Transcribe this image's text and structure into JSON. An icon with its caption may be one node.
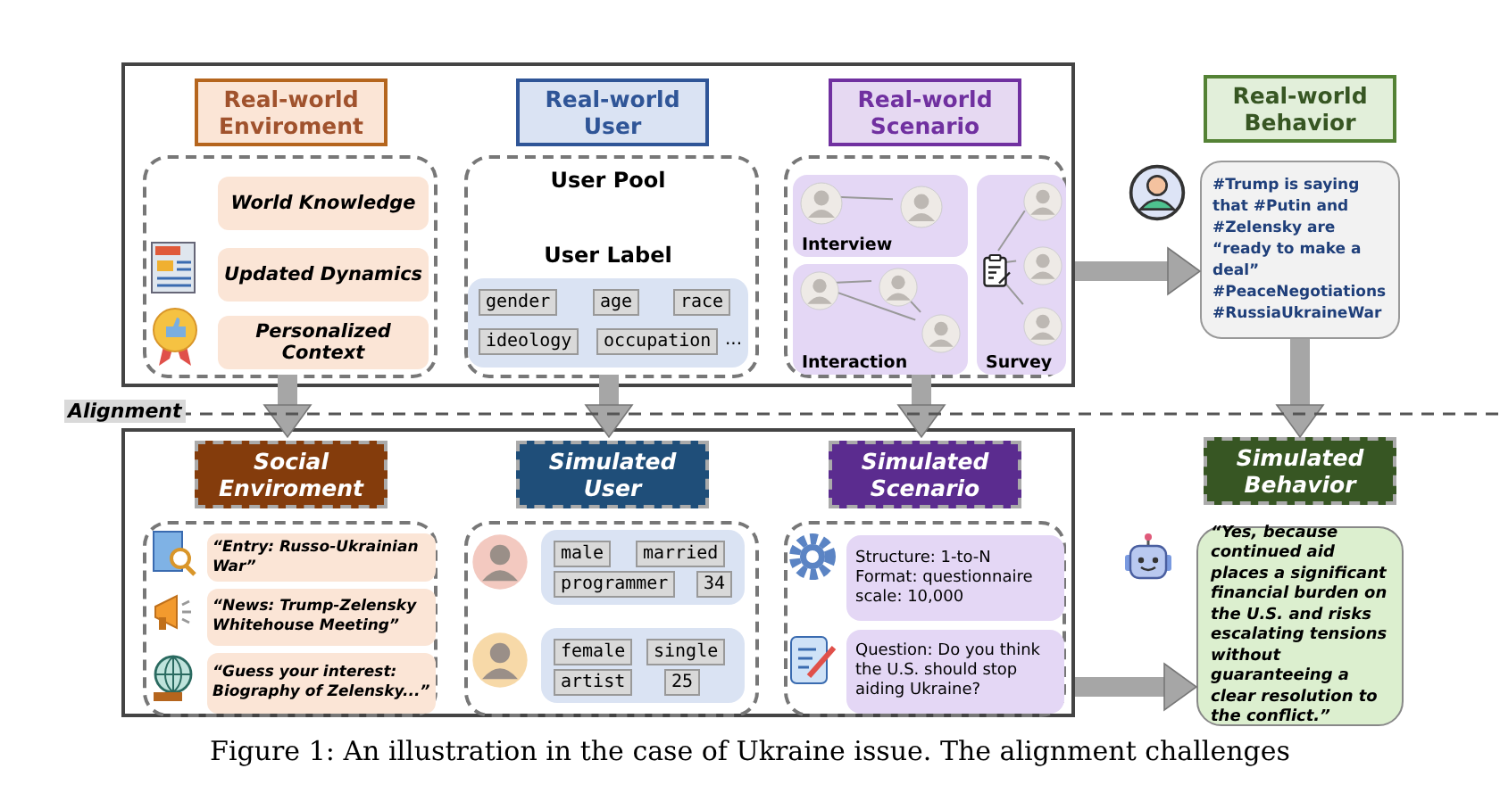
{
  "diagram": {
    "caption": "Figure 1: An illustration in the case of Ukraine issue. The alignment challenges",
    "nodes": [
      {
        "text": [],
        "shape": "box"
      },
      {
        "text": [
          "Real-world Enviroment"
        ],
        "in": 0
      },
      {
        "text": [],
        "shape": "box",
        "in": 0
      },
      {
        "text": [
          "World Knowledge"
        ],
        "in": 2
      },
      {
        "text": [
          "Updated Dynamics"
        ],
        "in": 2
      },
      {
        "text": [
          "Personalized Context"
        ],
        "in": 2
      },
      {
        "text": [
          "Real-world User"
        ],
        "in": 0
      },
      {
        "text": [],
        "shape": "box",
        "in": 0
      },
      {
        "text": [
          "Real-world Scenario"
        ],
        "in": 0
      },
      {
        "text": [],
        "shape": "box",
        "in": 0
      },
      {
        "text": [
          "Interview"
        ],
        "in": 9
      },
      {
        "text": [],
        "shape": "person",
        "in": 10
      },
      {
        "text": [],
        "shape": "person",
        "in": 10
      },
      {
        "text": [
          "Interaction"
        ],
        "in": 9
      },
      {
        "text": [],
        "shape": "person",
        "in": 13
      },
      {
        "text": [],
        "shape": "person",
        "in": 13
      },
      {
        "text": [],
        "shape": "person",
        "in": 13
      },
      {
        "text": [
          "Survey"
        ],
        "in": 9
      },
      {
        "text": [],
        "shape": "picture",
        "in": 17
      },
      {
        "text": [],
        "shape": "person",
        "in": 17
      },
      {
        "text": [],
        "shape": "person",
        "in": 17
      },
      {
        "text": [],
        "shape": "person",
        "in": 17
      },
      {
        "text": [
          "Real-world Behavior"
        ]
      },
      {
        "text": [],
        "shape": "person"
      },
      {
        "text": [
          "#Trump is saying that #Putin and #Zelensky are “ready to make a deal” #PeaceNegotiations #RussiaUkraineWar"
        ]
      },
      {
        "text": [],
        "shape": "box"
      },
      {
        "text": [
          "Social Enviroment"
        ],
        "in": 25
      },
      {
        "text": [],
        "shape": "box",
        "in": 25
      },
      {
        "text": [
          "“Entry: Russo-Ukrainian War”"
        ],
        "in": 27
      },
      {
        "text": [
          "“News: Trump-Zelensky Whitehouse Meeting”"
        ],
        "in": 27
      },
      {
        "text": [
          "“Guess your interest: Biography of Zelensky...”"
        ],
        "in": 27
      },
      {
        "text": [
          "Simulated User"
        ],
        "in": 25
      },
      {
        "text": [],
        "shape": "box",
        "in": 25
      },
      {
        "text": [
          "Simulated Scenario"
        ],
        "in": 25
      },
      {
        "text": [],
        "shape": "box",
        "in": 25
      },
      {
        "text": [
          "Structure: 1-to-N",
          "Format: questionnaire",
          "scale: 10,000"
        ],
        "in": 34
      },
      {
        "text": [
          "Question: Do you think the U.S. should stop aiding Ukraine?"
        ],
        "in": 34
      },
      {
        "text": [
          "Simulated Behavior"
        ]
      },
      {
        "text": [],
        "shape": "picture"
      },
      {
        "text": [
          "“Yes, because continued aid places a significant financial burden on the U.S. and risks escalating tensions without guaranteeing a clear resolution to the conflict.”"
        ]
      }
    ],
    "edges": [
      {
        "from": 2,
        "to": 26,
        "arrow": "to",
        "style": "thick"
      },
      {
        "from": 7,
        "to": 31,
        "arrow": "to",
        "style": "thick"
      },
      {
        "from": 9,
        "to": 33,
        "arrow": "to",
        "style": "thick"
      },
      {
        "from": 24,
        "to": 37,
        "arrow": "to",
        "style": "thick"
      },
      {
        "from": 0,
        "to": 24,
        "arrow": "to",
        "style": "thick"
      },
      {
        "from": 25,
        "to": 39,
        "arrow": "to",
        "style": "thick"
      },
      {
        "from": 11,
        "to": 12,
        "arrow": "none"
      },
      {
        "from": 14,
        "to": 15,
        "arrow": "none"
      },
      {
        "from": 14,
        "to": 16,
        "arrow": "none"
      },
      {
        "from": 15,
        "to": 16,
        "arrow": "none"
      },
      {
        "from": 18,
        "to": 19,
        "arrow": "none"
      },
      {
        "from": 18,
        "to": 20,
        "arrow": "none"
      },
      {
        "from": 18,
        "to": 21,
        "arrow": "none"
      }
    ],
    "labels": [
      "Alignment",
      "User Pool",
      "User Label",
      "gender",
      "age",
      "race",
      "ideology",
      "occupation",
      "...",
      "male",
      "married",
      "programmer",
      "34",
      "female",
      "single",
      "artist",
      "25"
    ]
  }
}
